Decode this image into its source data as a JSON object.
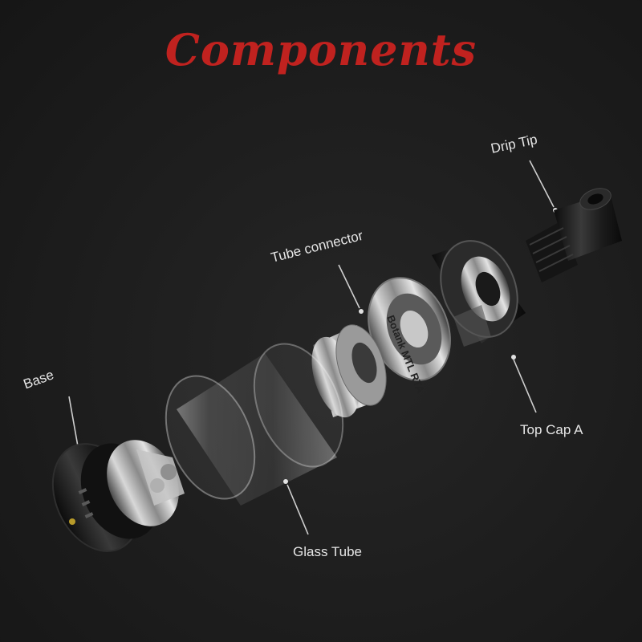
{
  "title": "Components",
  "labels": {
    "drip_tip": "Drip Tip",
    "tube_connector": "Tube connector",
    "base": "Base",
    "top_cap": "Top Cap A",
    "glass_tube": "Glass Tube"
  },
  "engraving": "Botank MTL RTA",
  "colors": {
    "background": "#1c1c1c",
    "title": "#c0221f",
    "label": "#e6e6e6"
  }
}
